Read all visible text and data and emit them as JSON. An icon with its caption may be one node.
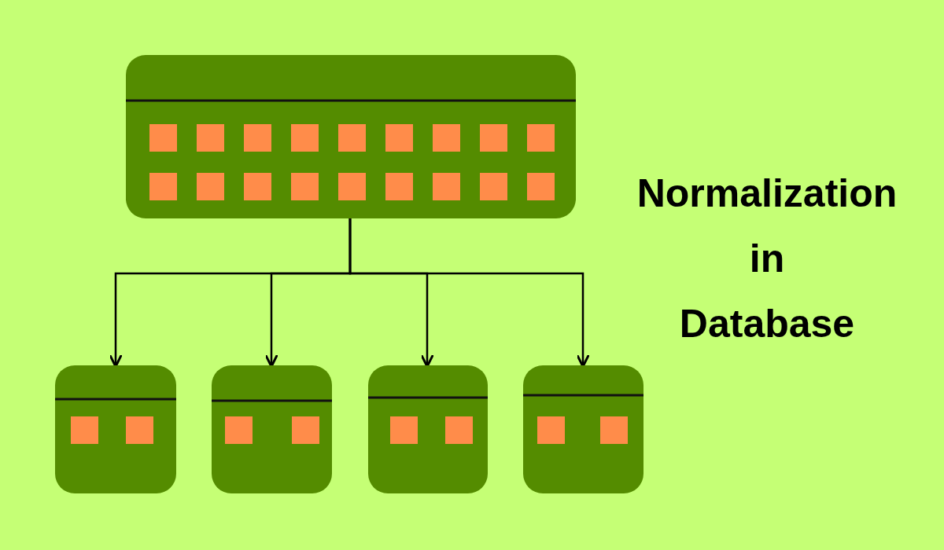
{
  "diagram": {
    "title": "Normalization in Database",
    "nodes": [
      {
        "text": [],
        "shape": "box"
      },
      {
        "text": [],
        "shape": "box"
      },
      {
        "text": [],
        "shape": "box"
      },
      {
        "text": [],
        "shape": "box"
      },
      {
        "text": [],
        "shape": "box"
      }
    ],
    "edges": [
      {
        "from": 0,
        "to": 1,
        "arrow": "to"
      },
      {
        "from": 0,
        "to": 2,
        "arrow": "to"
      },
      {
        "from": 0,
        "to": 3,
        "arrow": "to"
      },
      {
        "from": 0,
        "to": 4,
        "arrow": "to"
      }
    ]
  }
}
